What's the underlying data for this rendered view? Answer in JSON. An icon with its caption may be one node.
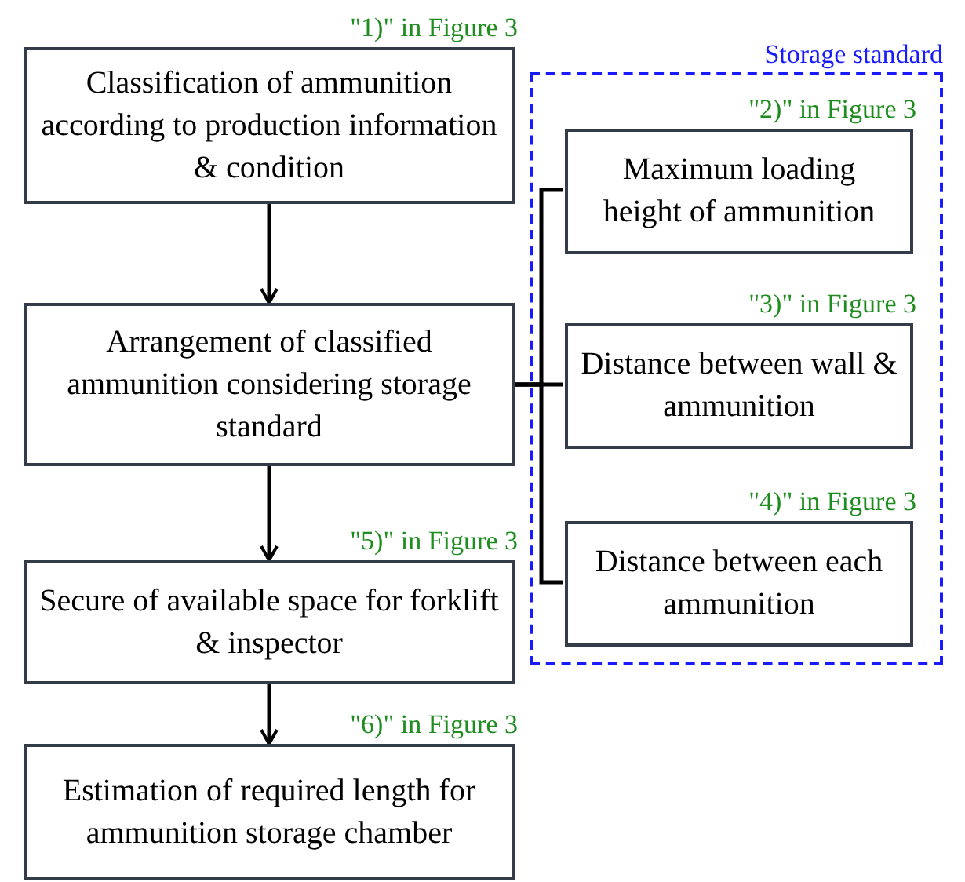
{
  "diagram": {
    "nodes": [
      {
        "text": [
          "Classification of ammunition according to production information & condition"
        ],
        "beside": [
          "\"1)\" in Figure 3"
        ]
      },
      {
        "text": [
          "Arrangement of classified ammunition considering storage standard"
        ]
      },
      {
        "text": [
          "Storage standard"
        ]
      },
      {
        "text": [
          "Maximum loading height of ammunition"
        ],
        "in": 2,
        "beside": [
          "\"2)\" in Figure 3"
        ]
      },
      {
        "text": [
          "Distance between wall & ammunition"
        ],
        "in": 2,
        "beside": [
          "\"3)\" in Figure 3"
        ]
      },
      {
        "text": [
          "Distance between each ammunition"
        ],
        "in": 2,
        "beside": [
          "\"4)\" in Figure 3"
        ]
      },
      {
        "text": [
          "Secure of available space for forklift & inspector"
        ],
        "beside": [
          "\"5)\" in Figure 3"
        ]
      },
      {
        "text": [
          "Estimation of required length for ammunition storage chamber"
        ],
        "beside": [
          "\"6)\" in Figure 3"
        ]
      }
    ],
    "edges": [
      {
        "from": 0,
        "to": 1,
        "arrow": "to"
      },
      {
        "from": 1,
        "to": 3,
        "arrow": "none"
      },
      {
        "from": 1,
        "to": 4,
        "arrow": "none"
      },
      {
        "from": 1,
        "to": 5,
        "arrow": "none"
      },
      {
        "from": 1,
        "to": 6,
        "arrow": "to"
      },
      {
        "from": 6,
        "to": 7,
        "arrow": "to"
      }
    ]
  }
}
